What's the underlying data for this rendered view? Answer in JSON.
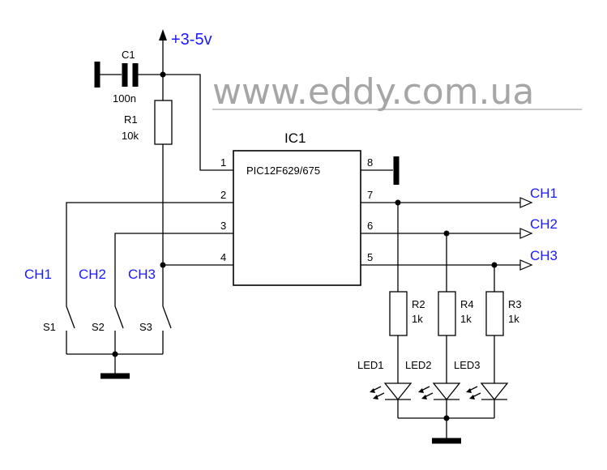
{
  "watermark": "www.eddy.com.ua",
  "supply_label": "+3-5v",
  "ic": {
    "name": "IC1",
    "part": "PIC12F629/675",
    "pins": [
      "1",
      "2",
      "3",
      "4",
      "5",
      "6",
      "7",
      "8"
    ]
  },
  "capacitor": {
    "name": "C1",
    "value": "100n"
  },
  "resistors": [
    {
      "name": "R1",
      "value": "10k"
    },
    {
      "name": "R2",
      "value": "1k"
    },
    {
      "name": "R4",
      "value": "1k"
    },
    {
      "name": "R3",
      "value": "1k"
    }
  ],
  "switches": [
    {
      "name": "S1",
      "channel": "CH1"
    },
    {
      "name": "S2",
      "channel": "CH2"
    },
    {
      "name": "S3",
      "channel": "CH3"
    }
  ],
  "outputs": [
    "CH1",
    "CH2",
    "CH3"
  ],
  "leds": [
    "LED1",
    "LED2",
    "LED3"
  ]
}
